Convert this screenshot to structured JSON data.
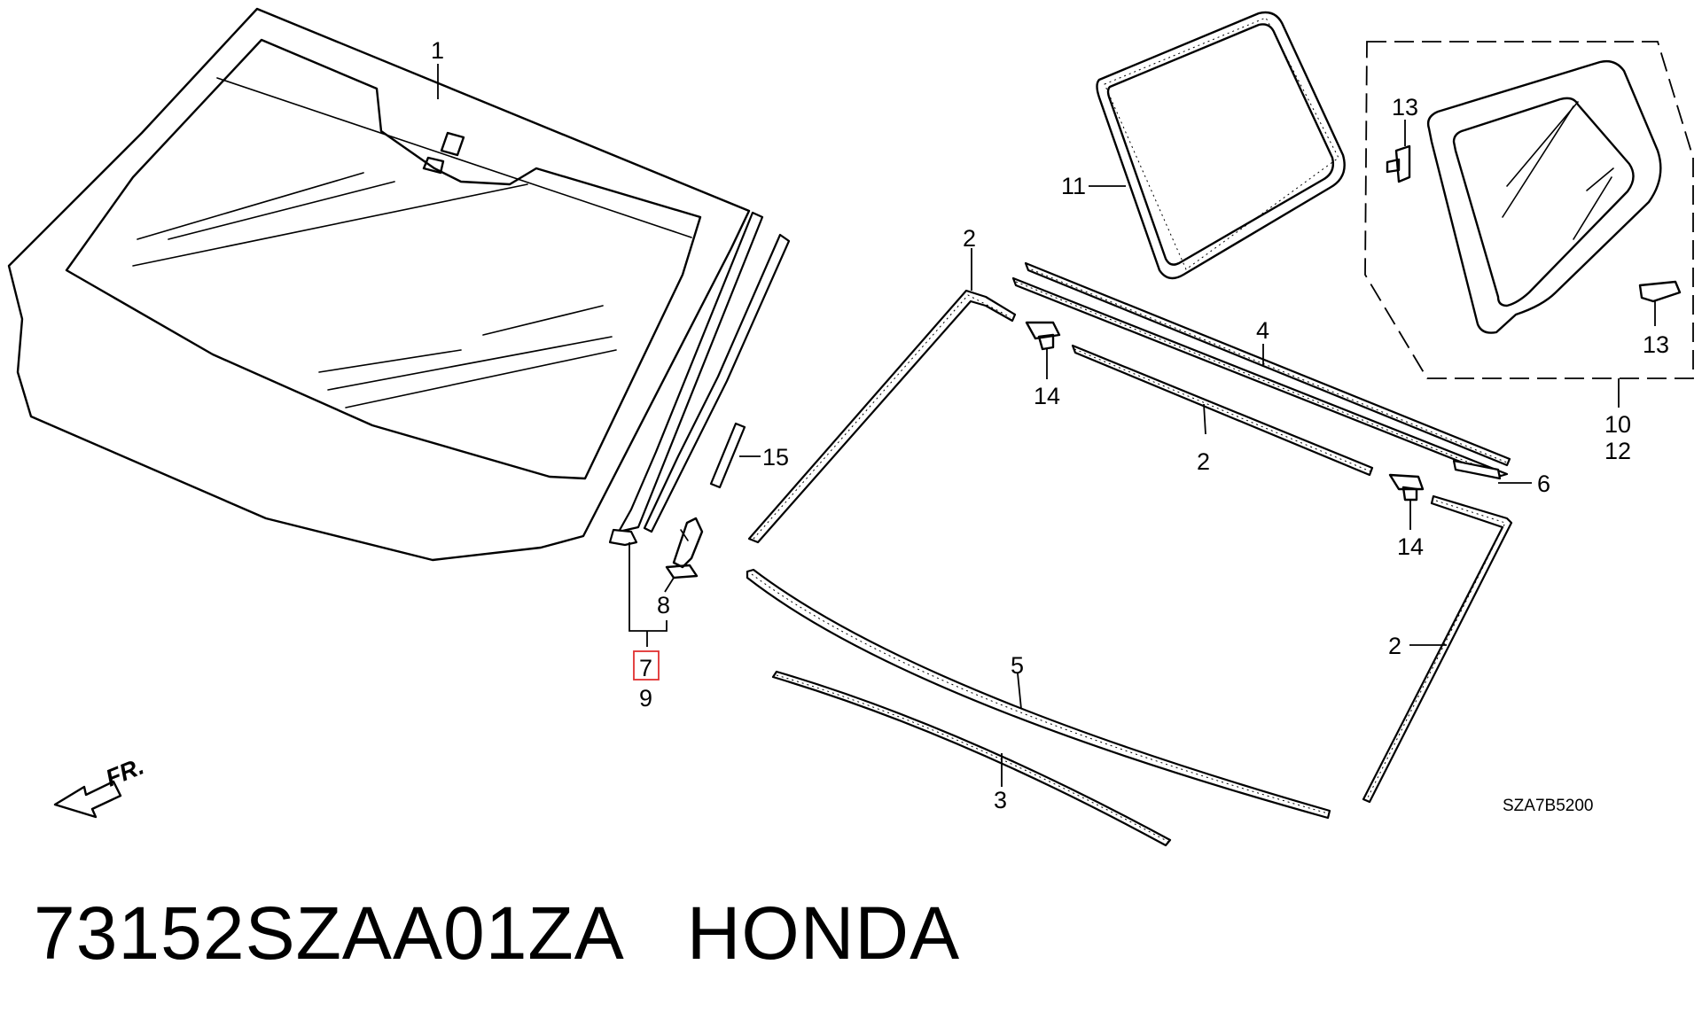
{
  "callouts": {
    "c1": "1",
    "c2a": "2",
    "c2b": "2",
    "c2c": "2",
    "c3": "3",
    "c4": "4",
    "c5": "5",
    "c6": "6",
    "c7": "7",
    "c8": "8",
    "c9": "9",
    "c10": "10",
    "c11": "11",
    "c12": "12",
    "c13a": "13",
    "c13b": "13",
    "c14a": "14",
    "c14b": "14",
    "c15": "15"
  },
  "front_indicator": "FR.",
  "diagram_code": "SZA7B5200",
  "highlight": {
    "callout": "7",
    "color": "#e03030"
  },
  "footer": {
    "part_number": "73152SZAA01ZA",
    "brand": "HONDA"
  }
}
